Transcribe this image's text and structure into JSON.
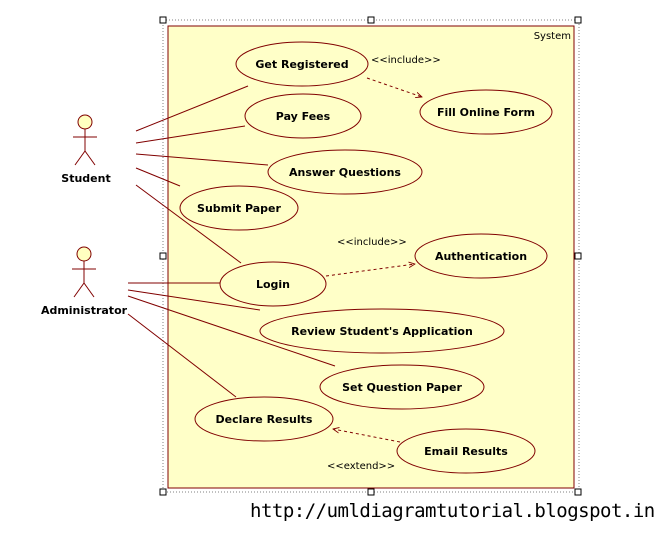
{
  "system": {
    "title": "System"
  },
  "actors": {
    "student": "Student",
    "administrator": "Administrator"
  },
  "use_cases": {
    "get_registered": "Get Registered",
    "fill_online_form": "Fill Online Form",
    "pay_fees": "Pay Fees",
    "answer_questions": "Answer Questions",
    "submit_paper": "Submit Paper",
    "authentication": "Authentication",
    "login": "Login",
    "review_application": "Review Student's Application",
    "set_question_paper": "Set Question Paper",
    "declare_results": "Declare Results",
    "email_results": "Email Results"
  },
  "stereotypes": {
    "include_1": "<<include>>",
    "include_2": "<<include>>",
    "extend_1": "<<extend>>"
  },
  "footer": {
    "url": "http://umldiagramtutorial.blogspot.in"
  },
  "colors": {
    "system_fill": "#ffffc8",
    "line": "#800000",
    "actor_head": "#ffffc0",
    "selection_handle": "#ffffff"
  }
}
